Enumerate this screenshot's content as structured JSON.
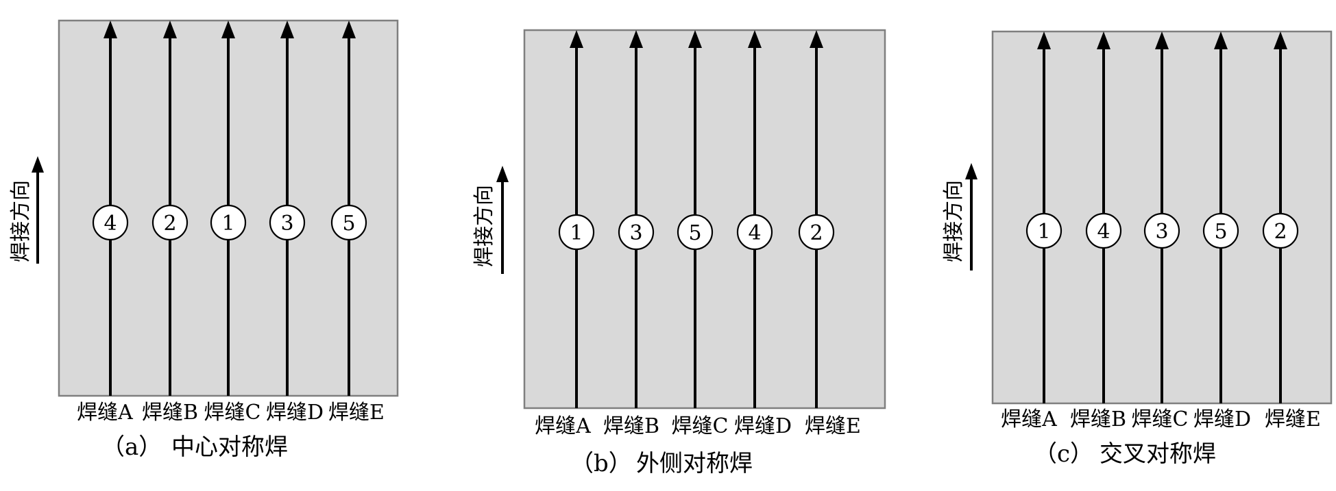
{
  "direction_label": "焊接方向",
  "panels": [
    {
      "caption_letter": "（a）",
      "caption_title": "中心对称焊",
      "seams": [
        {
          "label": "焊缝A",
          "order": "4"
        },
        {
          "label": "焊缝B",
          "order": "2"
        },
        {
          "label": "焊缝C",
          "order": "1"
        },
        {
          "label": "焊缝D",
          "order": "3"
        },
        {
          "label": "焊缝E",
          "order": "5"
        }
      ]
    },
    {
      "caption_letter": "（b）",
      "caption_title": "外侧对称焊",
      "seams": [
        {
          "label": "焊缝A",
          "order": "1"
        },
        {
          "label": "焊缝B",
          "order": "3"
        },
        {
          "label": "焊缝C",
          "order": "5"
        },
        {
          "label": "焊缝D",
          "order": "4"
        },
        {
          "label": "焊缝E",
          "order": "2"
        }
      ]
    },
    {
      "caption_letter": "（c）",
      "caption_title": "交叉对称焊",
      "seams": [
        {
          "label": "焊缝A",
          "order": "1"
        },
        {
          "label": "焊缝B",
          "order": "4"
        },
        {
          "label": "焊缝C",
          "order": "3"
        },
        {
          "label": "焊缝D",
          "order": "5"
        },
        {
          "label": "焊缝E",
          "order": "2"
        }
      ]
    }
  ]
}
